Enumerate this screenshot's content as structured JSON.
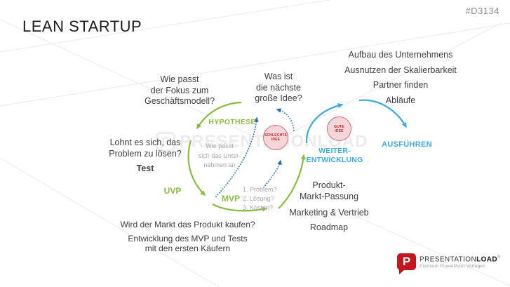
{
  "slide": {
    "title": "LEAN STARTUP",
    "code": "#D3134"
  },
  "watermark": {
    "icon_letter": "P",
    "text": "PRESENTATIONLOAD"
  },
  "loop_labels": {
    "hypothese": "HYPOTHESE",
    "uvp": "UVP",
    "mvp": "MVP",
    "weiter_1": "WEITER-",
    "weiter_2": "ENTWICKLUNG",
    "ausfuehren": "AUSFÜHREN"
  },
  "idea_circles": {
    "bad": {
      "line1": "SCHLECHTE",
      "line2": "IDEE"
    },
    "good": {
      "line1": "GUTE",
      "line2": "IDEE"
    }
  },
  "questions": {
    "fokus": [
      "Wie passt",
      "der Fokus zum",
      "Geschäftsmodell?"
    ],
    "naechste_idee": [
      "Was ist",
      "die nächste",
      "große Idee?"
    ],
    "lohnt": [
      "Lohnt es sich, das",
      "Problem zu lösen?"
    ],
    "test": "Test",
    "markt": "Wird der Markt das Produkt kaufen?",
    "entwicklung": [
      "Entwicklung des MVP und Tests",
      "mit den ersten Käufern"
    ],
    "anpassung": [
      "Wie passt",
      "sich das Unter-",
      "nehmen an"
    ],
    "mvp_checklist": [
      "1. Problem?",
      "2. Lösung?",
      "3. Kosten?"
    ]
  },
  "execute_items": [
    "Aufbau des Unternehmens",
    "Ausnutzen der Skalierbarkeit",
    "Partner finden",
    "Abläufe"
  ],
  "growth": {
    "pmf": [
      "Produkt-",
      "Markt-Passung"
    ],
    "marketing": "Marketing & Vertrieb",
    "roadmap": "Roadmap"
  },
  "logo": {
    "icon_letter": "P",
    "brand_a": "PRESENTATION",
    "brand_b": "LOAD",
    "registered": "®",
    "tagline": "Premium PowerPoint Vorlagen"
  },
  "colors": {
    "green": "#8ABC42",
    "blue": "#3BACDD",
    "dotted_blue": "#3278BE",
    "dotted_arrowhead": "#2E6DA4",
    "pink_fill": "#F4D6D8",
    "pink_border": "#CA737B",
    "pink_text": "#C2232E",
    "gray_note": "#A9A9A9",
    "body_text": "#3F3F3F",
    "logo_red": "#C4161C",
    "watermark_gray": "#ECECEC"
  }
}
